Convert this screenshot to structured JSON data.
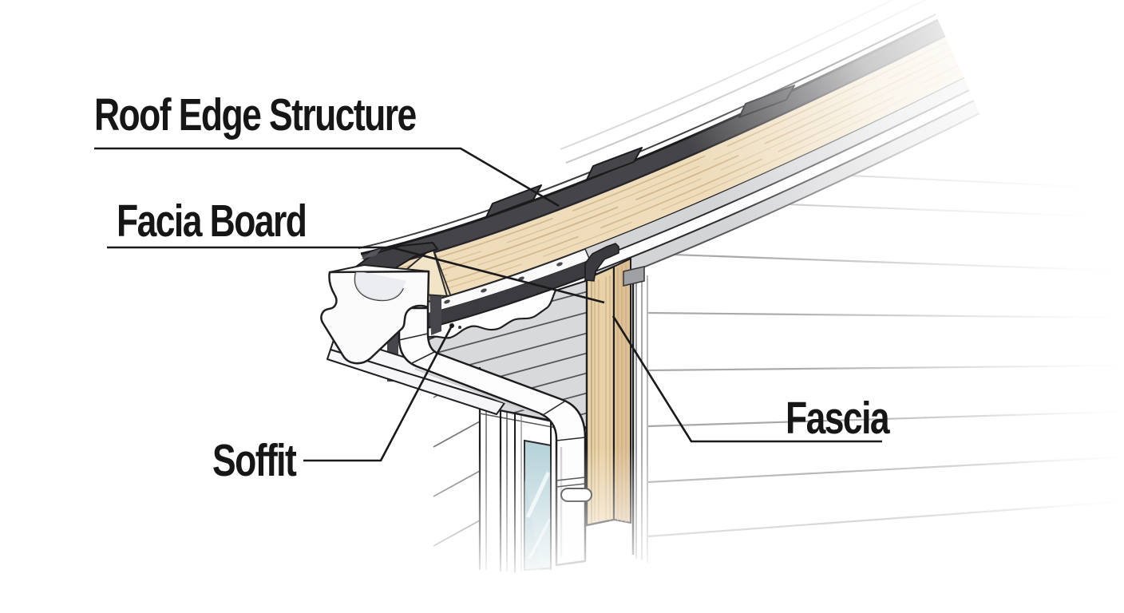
{
  "figure": {
    "type": "technical-illustration",
    "subject": "Roof edge structure cutaway diagram showing fascia, soffit, gutter and downspout",
    "background_color": "#ffffff"
  },
  "labels": {
    "roof_edge_structure": "Roof Edge Structure",
    "facia_board": "Facia Board",
    "soffit": "Soffit",
    "fascia": "Fascia"
  },
  "palette": {
    "wood": "#eedcba",
    "wood_grain": "#c8a97c",
    "shingle_edge": "#454549",
    "trim_gray": "#d3d4d6",
    "under_eave_siding": "#d8d9db",
    "window_glass": "#b6d3d9",
    "outline": "#1b1b1e",
    "label_text": "#161616"
  }
}
